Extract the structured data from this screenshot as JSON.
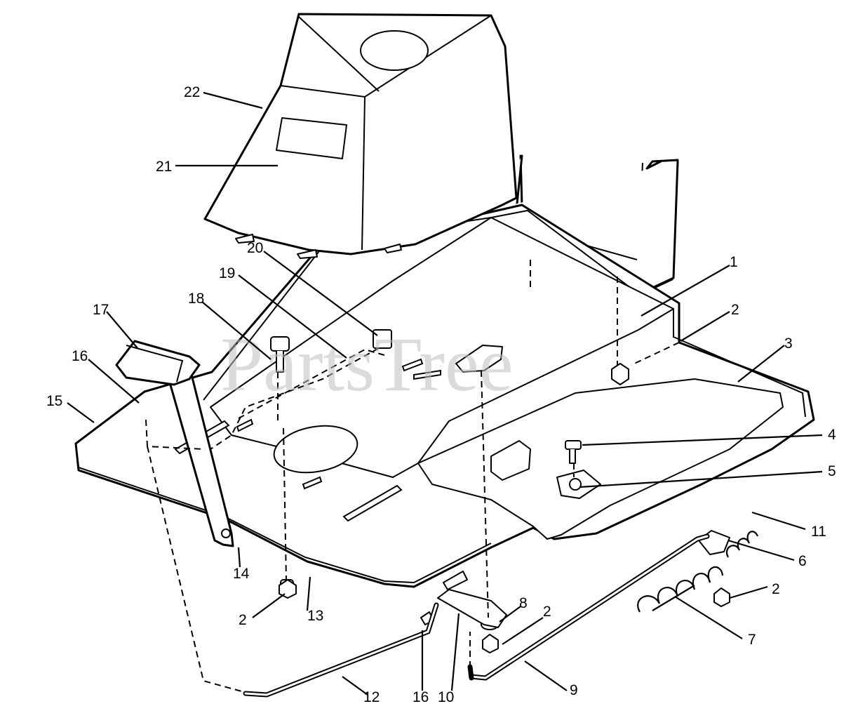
{
  "watermark": "PartsTree",
  "callouts": [
    "1",
    "2",
    "3",
    "4",
    "5",
    "2",
    "11",
    "6",
    "2",
    "7",
    "9",
    "2",
    "8",
    "10",
    "16",
    "12",
    "13",
    "2",
    "14",
    "15",
    "16",
    "17",
    "18",
    "19",
    "20",
    "21",
    "22"
  ]
}
